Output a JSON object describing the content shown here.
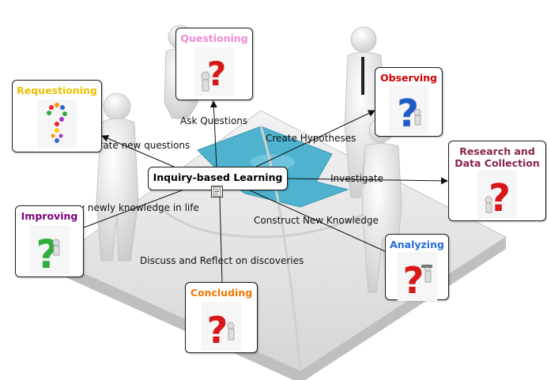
{
  "center": {
    "label": "Inquiry-based Learning"
  },
  "nodes": {
    "questioning": {
      "label": "Questioning",
      "color": "#f08ad0"
    },
    "requestioning": {
      "label": "Requestioning",
      "color": "#f0c000"
    },
    "observing": {
      "label": "Observing",
      "color": "#d40000"
    },
    "research": {
      "label_line1": "Research and",
      "label_line2": "Data Collection",
      "color": "#8a2350"
    },
    "improving": {
      "label": "Improving",
      "color": "#7a007a"
    },
    "analyzing": {
      "label": "Analyzing",
      "color": "#2a6bd8"
    },
    "concluding": {
      "label": "Concluding",
      "color": "#ee7700"
    }
  },
  "edges": {
    "ask": "Ask Questions",
    "generate": "erate new questions",
    "hypotheses": "Create Hypotheses",
    "investigate": "Investigate",
    "apply": "y newly knowledge in life",
    "construct": "Construct New Knowledge",
    "discuss": "Discuss and Reflect on discoveries"
  },
  "icons": {
    "question_pink": "question-mark-figure-icon",
    "people_question": "people-question-icon",
    "question_blue": "blue-question-figure-icon",
    "question_red": "red-question-figure-icon",
    "question_green": "green-question-figure-icon",
    "analyze": "analyze-figure-icon",
    "conclude": "conclude-figure-icon",
    "note": "note-icon"
  }
}
